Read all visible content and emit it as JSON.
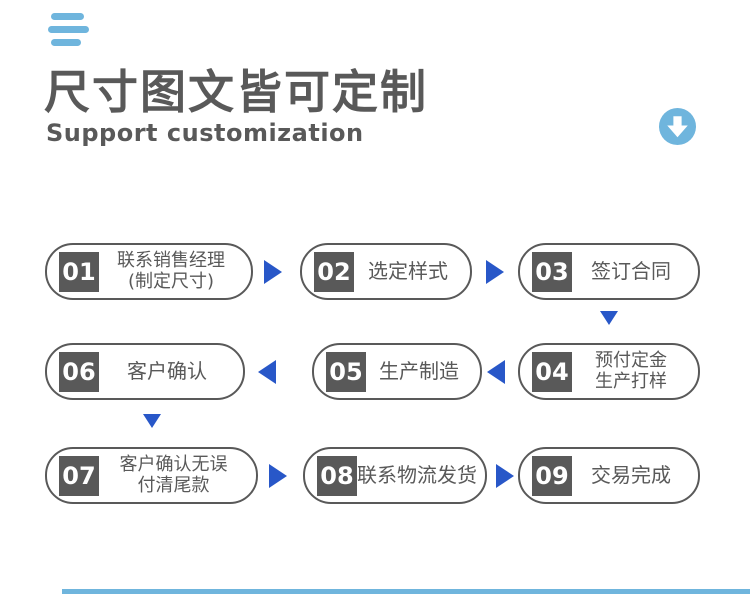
{
  "header": {
    "title": "尺寸图文皆可定制",
    "subtitle": "Support customization"
  },
  "icons": {
    "menu_lines_icon": "three horizontal blue lines",
    "scroll_down_icon": "white down arrow in blue circle"
  },
  "colors": {
    "dark_gray": "#595959",
    "arrow_blue": "#2857c8",
    "light_blue": "#6fb5dd"
  },
  "flow": {
    "steps": [
      {
        "num": "01",
        "lines": [
          "联系销售经理",
          "(制定尺寸)"
        ]
      },
      {
        "num": "02",
        "lines": [
          "选定样式"
        ]
      },
      {
        "num": "03",
        "lines": [
          "签订合同"
        ]
      },
      {
        "num": "04",
        "lines": [
          "预付定金",
          "生产打样"
        ]
      },
      {
        "num": "05",
        "lines": [
          "生产制造"
        ]
      },
      {
        "num": "06",
        "lines": [
          "客户确认"
        ]
      },
      {
        "num": "07",
        "lines": [
          "客户确认无误",
          "付清尾款"
        ]
      },
      {
        "num": "08",
        "lines": [
          "联系物流发货"
        ]
      },
      {
        "num": "09",
        "lines": [
          "交易完成"
        ]
      }
    ]
  }
}
